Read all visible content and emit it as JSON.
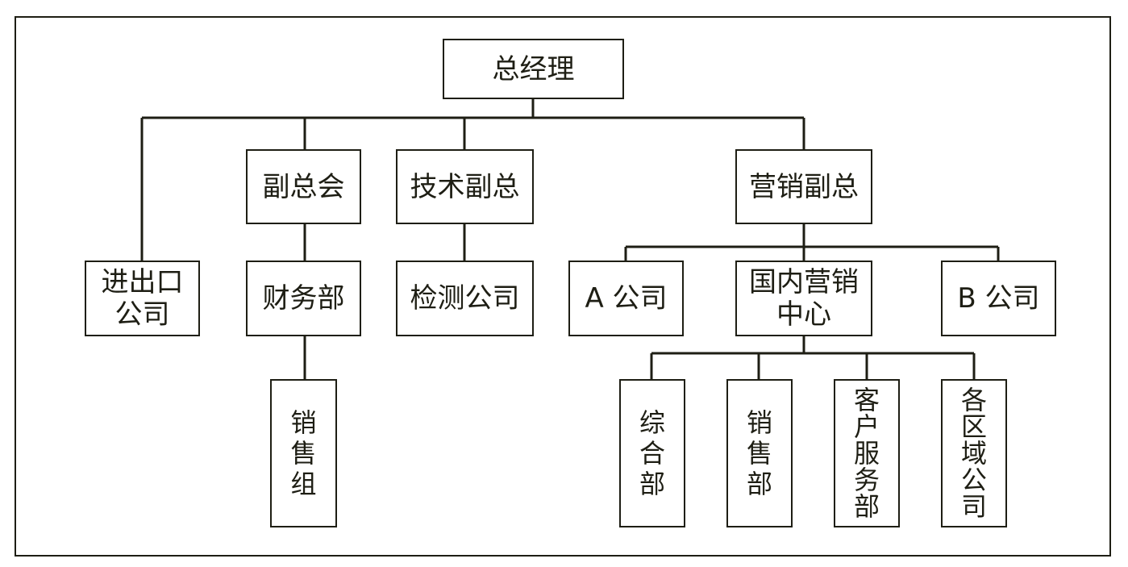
{
  "colors": {
    "line": "#1e1e14",
    "background": "#ffffff"
  },
  "nodes": {
    "ceo": "总经理",
    "vp_accounting": "副总会",
    "vp_technology": "技术副总",
    "vp_marketing": "营销副总",
    "import_export": "进出口\n公司",
    "finance": "财务部",
    "testing": "检测公司",
    "company_a": "A 公司",
    "domestic_center": "国内营销\n中心",
    "company_b": "B 公司",
    "sales_group": "销售组",
    "general_dept": "综合部",
    "sales_dept": "销售部",
    "customer_service": "客户服务部",
    "regional": "各区域公司"
  }
}
